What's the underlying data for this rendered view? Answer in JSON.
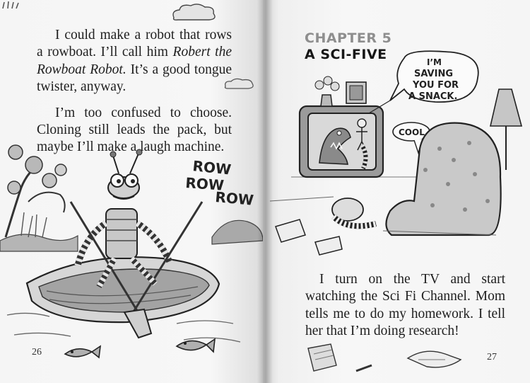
{
  "left_page": {
    "page_number": "26",
    "paragraph1": {
      "text_a": "I could make a robot that rows a rowboat. I’ll call him ",
      "italic": "Robert the Rowboat Robot.",
      "text_b": " It’s a good tongue twister, anyway."
    },
    "paragraph2": "I’m too confused to choose. Cloning still leads the pack, but maybe I’ll make a laugh machine.",
    "illustration": {
      "sound_effect": [
        "ROW",
        "ROW",
        "ROW"
      ]
    }
  },
  "right_page": {
    "page_number": "27",
    "chapter_number": "CHAPTER 5",
    "chapter_title": "A SCI-FIVE",
    "body": "I turn on the TV and start watching the Sci Fi Channel. Mom tells me to do my homework. I tell her that I’m doing research!",
    "illustration": {
      "tv_speech": [
        "I’M",
        "SAVING",
        "YOU FOR",
        "A SNACK."
      ],
      "kid_speech": "COOL."
    }
  }
}
